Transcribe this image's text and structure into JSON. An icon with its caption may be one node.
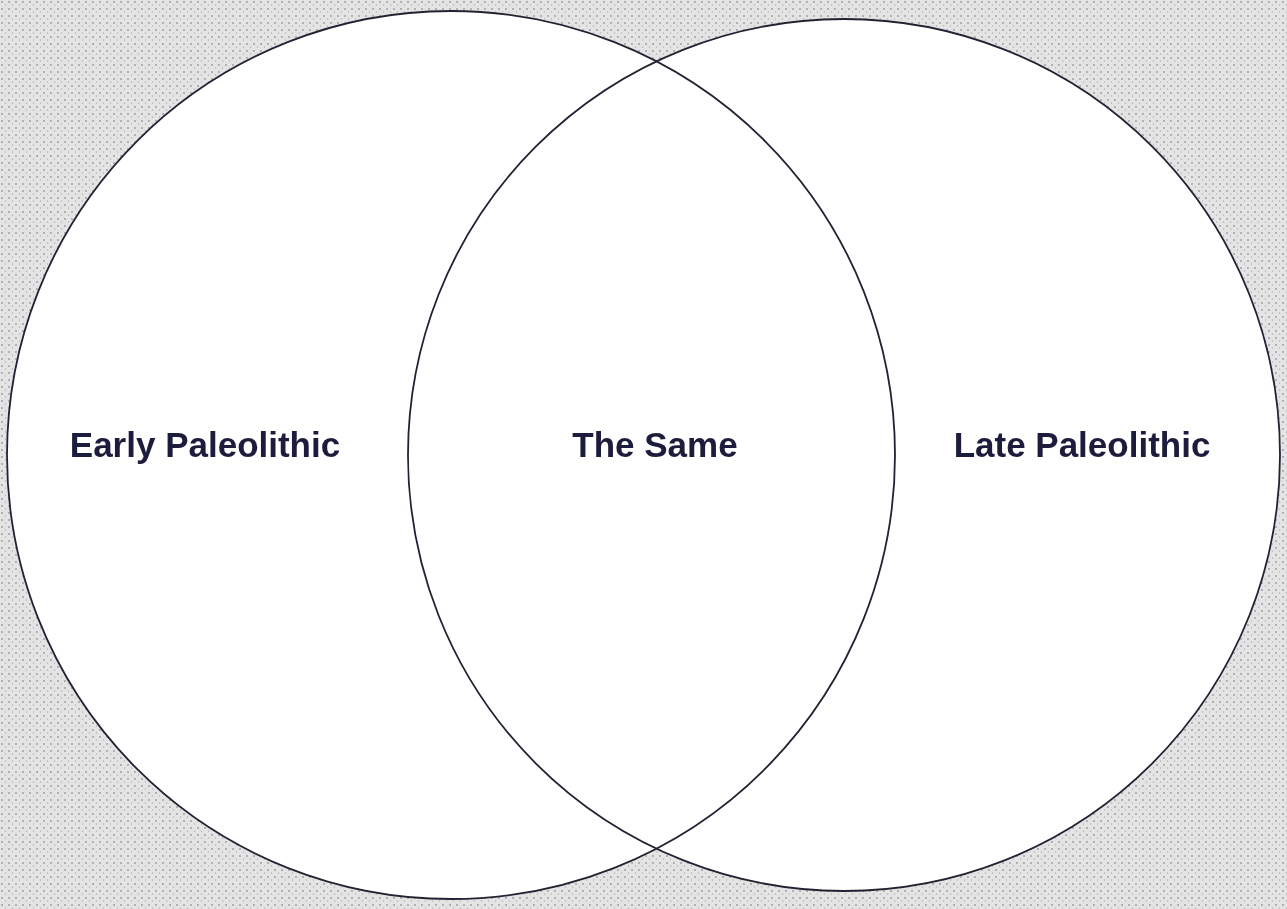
{
  "diagram": {
    "nodes": [
      {
        "text": [
          "Early Paleolithic"
        ]
      },
      {
        "text": [
          "Late Paleolithic"
        ]
      }
    ],
    "labels": [
      "The Same"
    ]
  }
}
